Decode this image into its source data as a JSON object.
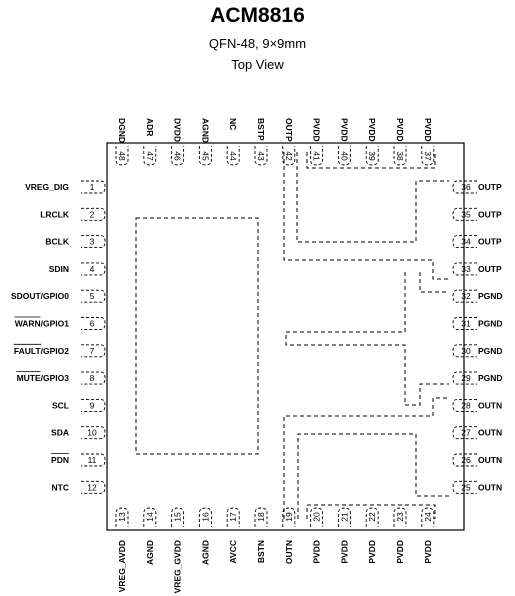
{
  "header": {
    "part": "ACM8816",
    "package": "QFN-48, 9×9mm",
    "view": "Top View"
  },
  "pins": {
    "left": [
      {
        "num": "1",
        "name": "VREG_DIG",
        "bar": ""
      },
      {
        "num": "2",
        "name": "LRCLK",
        "bar": ""
      },
      {
        "num": "3",
        "name": "BCLK",
        "bar": ""
      },
      {
        "num": "4",
        "name": "SDIN",
        "bar": ""
      },
      {
        "num": "5",
        "name": "SDOUT/GPIO0",
        "bar": ""
      },
      {
        "num": "6",
        "name": "WARN/GPIO1",
        "bar": "WARN"
      },
      {
        "num": "7",
        "name": "FAULT/GPIO2",
        "bar": "FAULT"
      },
      {
        "num": "8",
        "name": "MUTE/GPIO3",
        "bar": "MUTE"
      },
      {
        "num": "9",
        "name": "SCL",
        "bar": ""
      },
      {
        "num": "10",
        "name": "SDA",
        "bar": ""
      },
      {
        "num": "11",
        "name": "PDN",
        "bar": "PDN"
      },
      {
        "num": "12",
        "name": "NTC",
        "bar": ""
      }
    ],
    "bottom": [
      {
        "num": "13",
        "name": "VREG_AVDD"
      },
      {
        "num": "14",
        "name": "AGND"
      },
      {
        "num": "15",
        "name": "VREG_GVDD"
      },
      {
        "num": "16",
        "name": "AGND"
      },
      {
        "num": "17",
        "name": "AVCC"
      },
      {
        "num": "18",
        "name": "BSTN"
      },
      {
        "num": "19",
        "name": "OUTN"
      },
      {
        "num": "20",
        "name": "PVDD"
      },
      {
        "num": "21",
        "name": "PVDD"
      },
      {
        "num": "22",
        "name": "PVDD"
      },
      {
        "num": "23",
        "name": "PVDD"
      },
      {
        "num": "24",
        "name": "PVDD"
      }
    ],
    "right": [
      {
        "num": "25",
        "name": "OUTN"
      },
      {
        "num": "26",
        "name": "OUTN"
      },
      {
        "num": "27",
        "name": "OUTN"
      },
      {
        "num": "28",
        "name": "OUTN"
      },
      {
        "num": "29",
        "name": "PGND"
      },
      {
        "num": "30",
        "name": "PGND"
      },
      {
        "num": "31",
        "name": "PGND"
      },
      {
        "num": "32",
        "name": "PGND"
      },
      {
        "num": "33",
        "name": "OUTP"
      },
      {
        "num": "34",
        "name": "OUTP"
      },
      {
        "num": "35",
        "name": "OUTP"
      },
      {
        "num": "36",
        "name": "OUTP"
      }
    ],
    "top": [
      {
        "num": "37",
        "name": "PVDD"
      },
      {
        "num": "38",
        "name": "PVDD"
      },
      {
        "num": "39",
        "name": "PVDD"
      },
      {
        "num": "40",
        "name": "PVDD"
      },
      {
        "num": "41",
        "name": "PVDD"
      },
      {
        "num": "42",
        "name": "OUTP"
      },
      {
        "num": "43",
        "name": "BSTP"
      },
      {
        "num": "44",
        "name": "NC"
      },
      {
        "num": "45",
        "name": "AGND"
      },
      {
        "num": "46",
        "name": "DVDD"
      },
      {
        "num": "47",
        "name": "ADR"
      },
      {
        "num": "48",
        "name": "DGND"
      }
    ]
  }
}
